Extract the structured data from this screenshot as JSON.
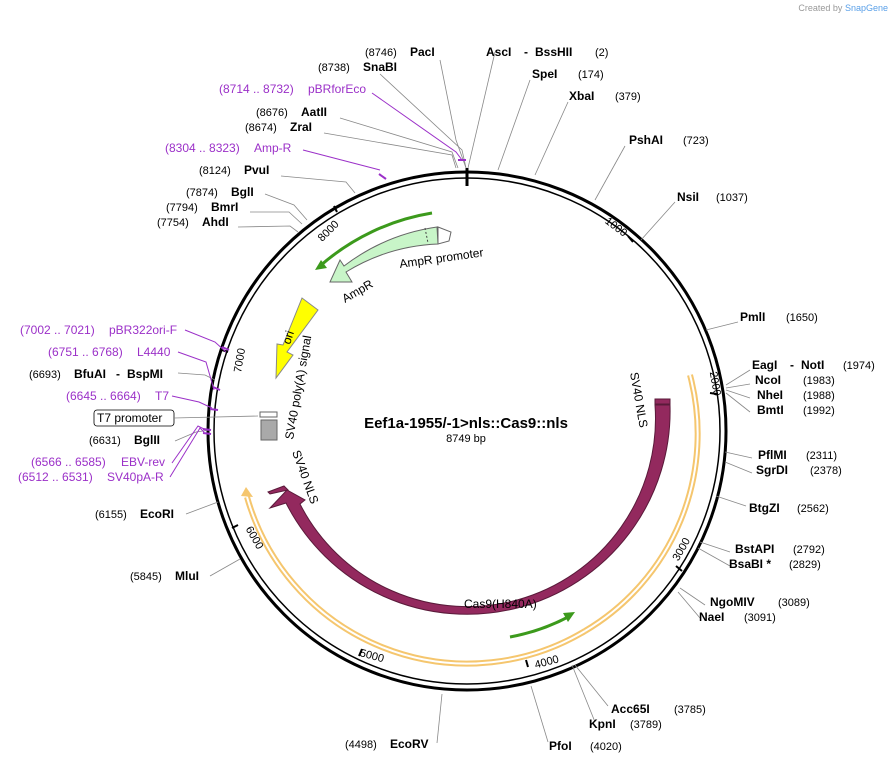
{
  "credit": {
    "prefix": "Created by",
    "brand": "SnapGene"
  },
  "plasmid": {
    "name": "Eef1a-1955/-1>nls::Cas9::nls",
    "size": "8749 bp",
    "length": 8749
  },
  "ticks": [
    "1000",
    "2000",
    "3000",
    "4000",
    "5000",
    "6000",
    "7000",
    "8000"
  ],
  "enzymes_left": [
    {
      "pos": "(8746)",
      "name": "PacI"
    },
    {
      "pos": "(8738)",
      "name": "SnaBI"
    },
    {
      "pos": "(8676)",
      "name": "AatII"
    },
    {
      "pos": "(8674)",
      "name": "ZraI"
    },
    {
      "pos": "(8124)",
      "name": "PvuI"
    },
    {
      "pos": "(7874)",
      "name": "BglI"
    },
    {
      "pos": "(7794)",
      "name": "BmrI"
    },
    {
      "pos": "(7754)",
      "name": "AhdI"
    },
    {
      "pos": "(6693)",
      "name": "BfuAI",
      "extra": "BspMI"
    },
    {
      "pos": "(6631)",
      "name": "BglII"
    },
    {
      "pos": "(6155)",
      "name": "EcoRI"
    },
    {
      "pos": "(5845)",
      "name": "MluI"
    },
    {
      "pos": "(4498)",
      "name": "EcoRV"
    }
  ],
  "enzymes_right": [
    {
      "name": "AscI",
      "extra": "BssHII",
      "pos": "(2)"
    },
    {
      "name": "SpeI",
      "pos": "(174)"
    },
    {
      "name": "XbaI",
      "pos": "(379)"
    },
    {
      "name": "PshAI",
      "pos": "(723)"
    },
    {
      "name": "NsiI",
      "pos": "(1037)"
    },
    {
      "name": "PmlI",
      "pos": "(1650)"
    },
    {
      "name": "EagI",
      "extra": "NotI",
      "pos": "(1974)"
    },
    {
      "name": "NcoI",
      "pos": "(1983)"
    },
    {
      "name": "NheI",
      "pos": "(1988)"
    },
    {
      "name": "BmtI",
      "pos": "(1992)"
    },
    {
      "name": "PflMI",
      "pos": "(2311)"
    },
    {
      "name": "SgrDI",
      "pos": "(2378)"
    },
    {
      "name": "BtgZI",
      "pos": "(2562)"
    },
    {
      "name": "BstAPI",
      "pos": "(2792)"
    },
    {
      "name": "BsaBI *",
      "pos": "(2829)"
    },
    {
      "name": "NgoMIV",
      "pos": "(3089)"
    },
    {
      "name": "NaeI",
      "pos": "(3091)"
    },
    {
      "name": "Acc65I",
      "pos": "(3785)"
    },
    {
      "name": "KpnI",
      "pos": "(3789)"
    },
    {
      "name": "PfoI",
      "pos": "(4020)"
    }
  ],
  "primers": [
    {
      "pos": "(8714 .. 8732)",
      "name": "pBRforEco"
    },
    {
      "pos": "(8304 .. 8323)",
      "name": "Amp-R"
    },
    {
      "pos": "(7002 .. 7021)",
      "name": "pBR322ori-F"
    },
    {
      "pos": "(6751 .. 6768)",
      "name": "L4440"
    },
    {
      "pos": "(6645 .. 6664)",
      "name": "T7"
    },
    {
      "pos": "(6566 .. 6585)",
      "name": "EBV-rev"
    },
    {
      "pos": "(6512 .. 6531)",
      "name": "SV40pA-R"
    }
  ],
  "boxed_feature": "T7 promoter",
  "features": {
    "cas9": "Cas9(H840A)",
    "nls_right": "SV40 NLS",
    "nls_left": "SV40 NLS",
    "polya": "SV40 poly(A) signal",
    "ori": "ori",
    "ampr": "AmpR",
    "ampr_promoter": "AmpR promoter"
  },
  "colors": {
    "cas9": "#93295e",
    "orf": "#f5c66e",
    "ori": "#ffff00",
    "ampr": "#c8f5c8",
    "green_arrow": "#3c9a1c",
    "primer": "#9b30c8",
    "backbone": "#000000"
  }
}
